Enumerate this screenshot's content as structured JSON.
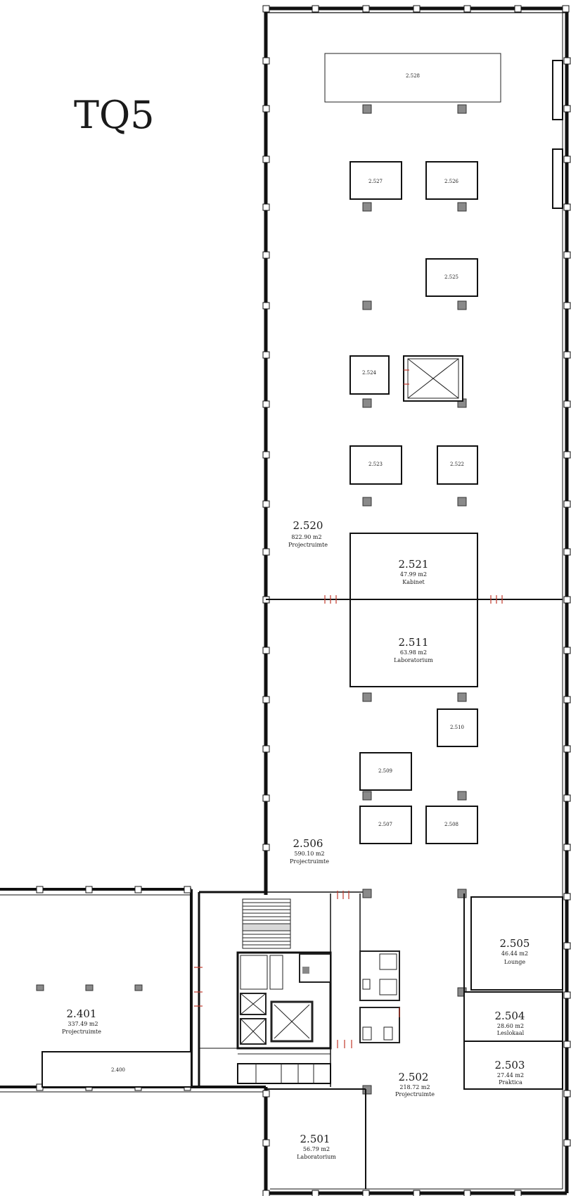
{
  "building": {
    "name": "TQ5"
  },
  "area_unit": "m2",
  "rooms": {
    "r2528": {
      "number": "2.528",
      "area": "",
      "function": ""
    },
    "r2527": {
      "number": "2.527",
      "area": "",
      "function": ""
    },
    "r2526": {
      "number": "2.526",
      "area": "",
      "function": ""
    },
    "r2525": {
      "number": "2.525",
      "area": "",
      "function": ""
    },
    "r2524": {
      "number": "2.524",
      "area": "",
      "function": ""
    },
    "r2523": {
      "number": "2.523",
      "area": "",
      "function": ""
    },
    "r2522": {
      "number": "2.522",
      "area": "",
      "function": ""
    },
    "r2520": {
      "number": "2.520",
      "area": "822.90",
      "function": "Projectruimte"
    },
    "r2521": {
      "number": "2.521",
      "area": "47.99",
      "function": "Kabinet"
    },
    "r2511": {
      "number": "2.511",
      "area": "63.98",
      "function": "Laboratorium"
    },
    "r2510": {
      "number": "2.510",
      "area": "",
      "function": ""
    },
    "r2509": {
      "number": "2.509",
      "area": "",
      "function": ""
    },
    "r2507": {
      "number": "2.507",
      "area": "",
      "function": ""
    },
    "r2508": {
      "number": "2.508",
      "area": "",
      "function": ""
    },
    "r2506": {
      "number": "2.506",
      "area": "590.10",
      "function": "Projectruimte"
    },
    "r2505": {
      "number": "2.505",
      "area": "46.44",
      "function": "Lounge"
    },
    "r2504": {
      "number": "2.504",
      "area": "28.60",
      "function": "Leslokaal"
    },
    "r2503": {
      "number": "2.503",
      "area": "27.44",
      "function": "Praktica"
    },
    "r2502": {
      "number": "2.502",
      "area": "218.72",
      "function": "Projectruimte"
    },
    "r2501": {
      "number": "2.501",
      "area": "56.79",
      "function": "Laboratorium"
    },
    "r2401": {
      "number": "2.401",
      "area": "337.49",
      "function": "Projectruimte"
    },
    "r2400": {
      "number": "2.400",
      "area": "",
      "function": ""
    }
  }
}
